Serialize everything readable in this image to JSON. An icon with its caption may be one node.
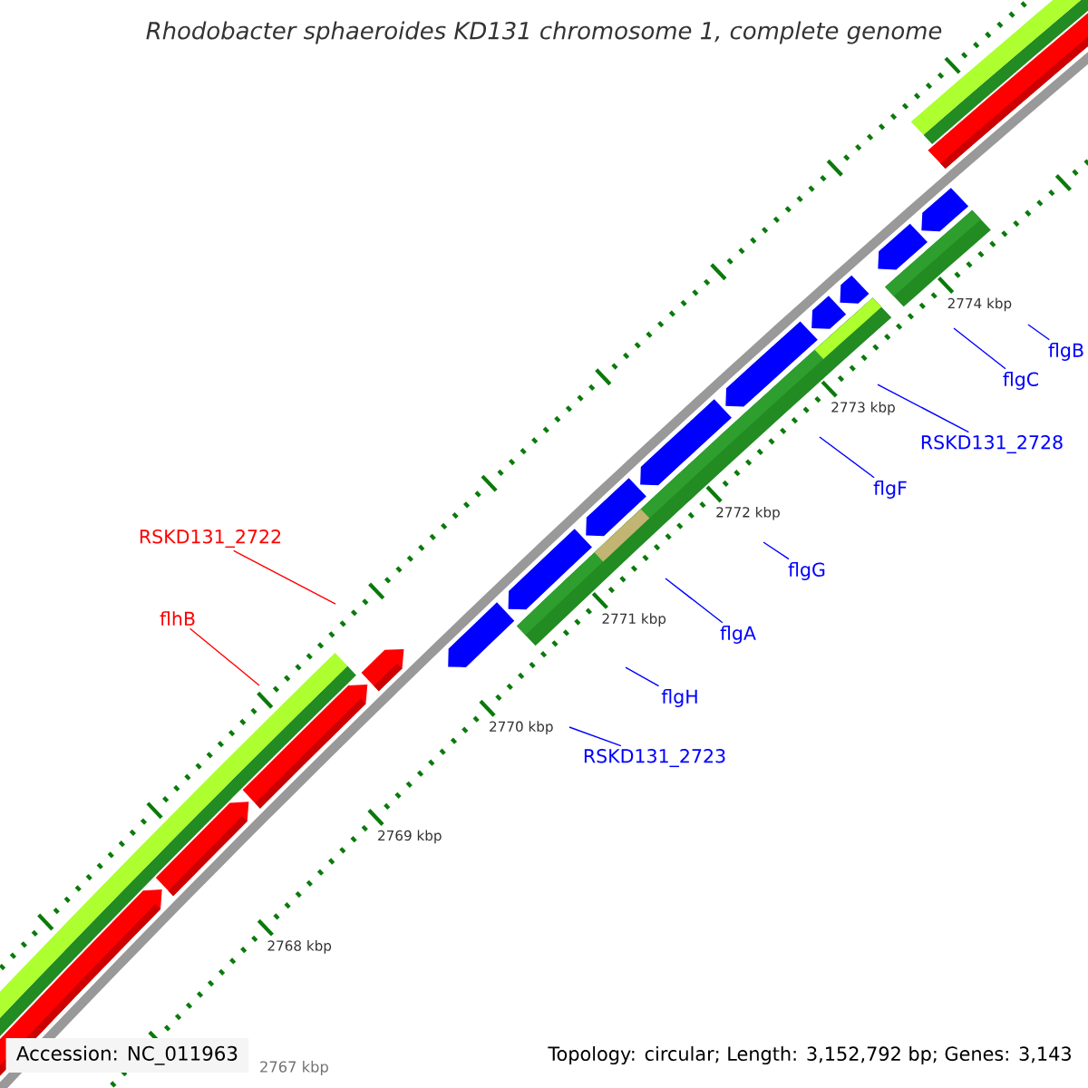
{
  "diagram": {
    "title": "Rhodobacter sphaeroides KD131 chromosome 1, complete genome",
    "nodes": [
      {
        "text": [
          "flgB"
        ]
      },
      {
        "text": [
          "flgC"
        ]
      },
      {
        "text": [
          "RSKD131_2728"
        ]
      },
      {
        "text": [
          "flgF"
        ]
      },
      {
        "text": [
          "RSKD131_2722"
        ]
      },
      {
        "text": [
          "flgG"
        ]
      },
      {
        "text": [
          "flhB"
        ]
      },
      {
        "text": [
          "flgA"
        ]
      },
      {
        "text": [
          "flgH"
        ]
      },
      {
        "text": [
          "RSKD131_2723"
        ]
      }
    ],
    "edges": [
      {
        "from": 0,
        "to": null,
        "arrow": "none"
      },
      {
        "from": 1,
        "to": null,
        "arrow": "none"
      },
      {
        "from": 2,
        "to": null,
        "arrow": "none"
      },
      {
        "from": 3,
        "to": null,
        "arrow": "none"
      },
      {
        "from": 4,
        "to": null,
        "arrow": "none",
        "color": "#ff0000"
      },
      {
        "from": 5,
        "to": null,
        "arrow": "none"
      },
      {
        "from": 6,
        "to": null,
        "arrow": "none",
        "color": "#ff0000"
      },
      {
        "from": 7,
        "to": null,
        "arrow": "none"
      },
      {
        "from": 8,
        "to": null,
        "arrow": "none"
      },
      {
        "from": 9,
        "to": null,
        "arrow": "none"
      }
    ],
    "labels": [
      "2774 kbp",
      "2773 kbp",
      "2772 kbp",
      "2771 kbp",
      "2770 kbp",
      "2769 kbp",
      "2768 kbp",
      "2767 kbp",
      "Accession: NC_011963",
      "Topology: circular; Length: 3,152,792 bp; Genes: 3,143"
    ]
  }
}
